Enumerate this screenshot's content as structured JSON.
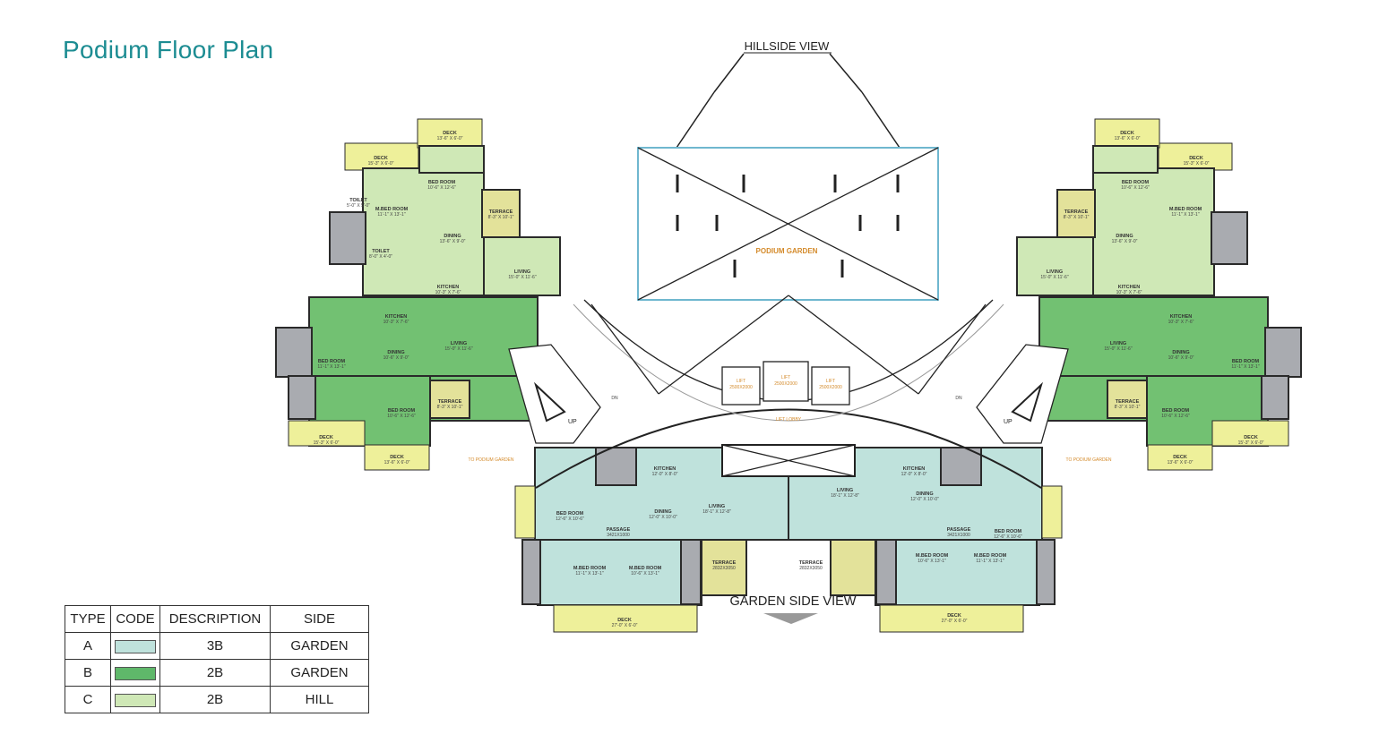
{
  "title": "Podium Floor Plan",
  "views": {
    "hill": "HILLSIDE VIEW",
    "garden": "GARDEN SIDE VIEW"
  },
  "center": {
    "podium_garden": "PODIUM GARDEN",
    "lift": "LIFT",
    "lift_dims": [
      "2500X2000",
      "2500X2000",
      "2500X2000"
    ],
    "lift_lobby": "LIFT LOBBY",
    "to_podium_garden": "TO PODIUM GARDEN",
    "up": "UP",
    "dn": "DN"
  },
  "colors": {
    "A": "#bfe2dc",
    "B": "#72c172",
    "C": "#cfe8b6",
    "deck": "#eef09a",
    "service": "#a9abb0",
    "terrace": "#e3e29a",
    "wall": "#2a2a2a",
    "outline": "#6fb7cf",
    "title": "#1c8c92"
  },
  "rooms": [
    {
      "name": "DECK",
      "dims": "15'-3\" X 6'-0\""
    },
    {
      "name": "DECK",
      "dims": "13'-6\" X 6'-0\""
    },
    {
      "name": "BED ROOM",
      "dims": "10'-6\" X 12'-6\""
    },
    {
      "name": "M.BED ROOM",
      "dims": "11'-1\" X 13'-1\""
    },
    {
      "name": "TOILET",
      "dims": "5'-0\" X 5'-0\""
    },
    {
      "name": "DINING",
      "dims": "13'-6\" X 9'-0\""
    },
    {
      "name": "TERRACE",
      "dims": "8'-3\" X 10'-1\""
    },
    {
      "name": "KITCHEN",
      "dims": "10'-3\" X 7'-6\""
    },
    {
      "name": "LIVING",
      "dims": "15'-0\" X 11'-6\""
    },
    {
      "name": "TOILET",
      "dims": "8'-0\" X 4'-0\""
    },
    {
      "name": "KITCHEN",
      "dims": "10'-3\" X 7'-6\""
    },
    {
      "name": "LIVING",
      "dims": "15'-0\" X 11'-6\""
    },
    {
      "name": "DINING",
      "dims": "10'-6\" X 9'-0\""
    },
    {
      "name": "BED ROOM",
      "dims": "11'-1\" X 13'-1\""
    },
    {
      "name": "BED ROOM",
      "dims": "10'-6\" X 12'-6\""
    },
    {
      "name": "TERRACE",
      "dims": "8'-3\" X 10'-1\""
    },
    {
      "name": "DECK",
      "dims": "15'-3\" X 6'-0\""
    },
    {
      "name": "DECK",
      "dims": "13'-6\" X 6'-0\""
    },
    {
      "name": "KITCHEN",
      "dims": "12'-0\" X 8'-0\""
    },
    {
      "name": "BED ROOM",
      "dims": "12'-6\" X 10'-6\""
    },
    {
      "name": "DINING",
      "dims": "12'-0\" X 10'-0\""
    },
    {
      "name": "LIVING",
      "dims": "18'-1\" X 12'-8\""
    },
    {
      "name": "PASSAGE",
      "dims": "3421X1000"
    },
    {
      "name": "M.BED ROOM",
      "dims": "11'-1\" X 13'-1\""
    },
    {
      "name": "M.BED ROOM",
      "dims": "10'-6\" X 13'-1\""
    },
    {
      "name": "TERRACE",
      "dims": "2832X3050"
    },
    {
      "name": "DECK",
      "dims": "27'-0\" X 6'-0\""
    },
    {
      "name": "LIVING",
      "dims": "18'-1\" X 12'-8\""
    },
    {
      "name": "KITCHEN",
      "dims": "12'-0\" X 8'-0\""
    },
    {
      "name": "DINING",
      "dims": "12'-0\" X 10'-0\""
    },
    {
      "name": "BED ROOM",
      "dims": "12'-6\" X 10'-6\""
    },
    {
      "name": "PASSAGE",
      "dims": "3421X1000"
    },
    {
      "name": "M.BED ROOM",
      "dims": "10'-6\" X 13'-1\""
    },
    {
      "name": "M.BED ROOM",
      "dims": "11'-1\" X 13'-1\""
    },
    {
      "name": "TERRACE",
      "dims": "2832X3050"
    },
    {
      "name": "DECK",
      "dims": "27'-0\" X 6'-0\""
    }
  ],
  "legend": {
    "headers": [
      "TYPE",
      "CODE",
      "DESCRIPTION",
      "SIDE"
    ],
    "rows": [
      {
        "type": "A",
        "color": "#bfe2dc",
        "description": "3B",
        "side": "GARDEN"
      },
      {
        "type": "B",
        "color": "#5fb86a",
        "description": "2B",
        "side": "GARDEN"
      },
      {
        "type": "C",
        "color": "#cfe8b6",
        "description": "2B",
        "side": "HILL"
      }
    ]
  }
}
